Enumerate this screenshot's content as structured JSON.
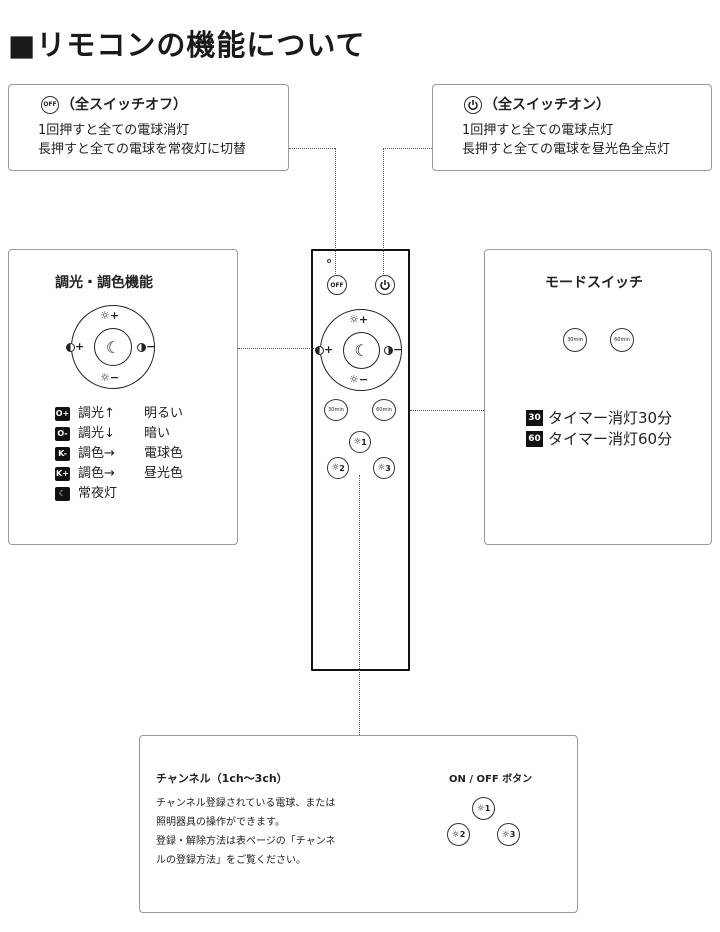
{
  "title": "■リモコンの機能について",
  "all_off": {
    "icon_text": "OFF",
    "heading": "（全スイッチオフ）",
    "line1": "1回押すと全ての電球消灯",
    "line2": "長押すと全ての電球を常夜灯に切替"
  },
  "all_on": {
    "heading": "（全スイッチオン）",
    "line1": "1回押すと全ての電球点灯",
    "line2": "長押すと全ての電球を昼光色全点灯"
  },
  "dimming": {
    "heading": "調光・調色機能",
    "pad_top": "☼+",
    "pad_bottom": "☼−",
    "pad_left": "+",
    "pad_right": "−",
    "keys": [
      {
        "badge": "O+",
        "label": "調光↑",
        "result": "明るい"
      },
      {
        "badge": "O-",
        "label": "調光↓",
        "result": "暗い"
      },
      {
        "badge": "K-",
        "label": "調色→",
        "result": "電球色"
      },
      {
        "badge": "K+",
        "label": "調色→",
        "result": "昼光色"
      },
      {
        "badge": "☾",
        "label": "常夜灯",
        "result": ""
      }
    ]
  },
  "mode_switch": {
    "heading": "モードスイッチ",
    "btn30": "30min",
    "btn60": "60min",
    "rows": [
      {
        "badge": "30",
        "label": "タイマー消灯30分"
      },
      {
        "badge": "60",
        "label": "タイマー消灯60分"
      }
    ]
  },
  "remote": {
    "off_label": "OFF",
    "btn30": "30min",
    "btn60": "60min",
    "ch1": "1",
    "ch2": "2",
    "ch3": "3"
  },
  "channel": {
    "heading": "チャンネル（1ch〜3ch）",
    "p1": "チャンネル登録されている電球、または",
    "p2": "照明器具の操作ができます。",
    "p3": "登録・解除方法は表ページの「チャンネ",
    "p4": "ルの登録方法」をご覧ください。",
    "onoff_heading": "ON / OFF ボタン",
    "ch1": "1",
    "ch2": "2",
    "ch3": "3"
  },
  "icons": {
    "power": "power-icon",
    "moon": "moon-icon",
    "sun": "sun-icon",
    "bulb": "bulb-icon"
  }
}
